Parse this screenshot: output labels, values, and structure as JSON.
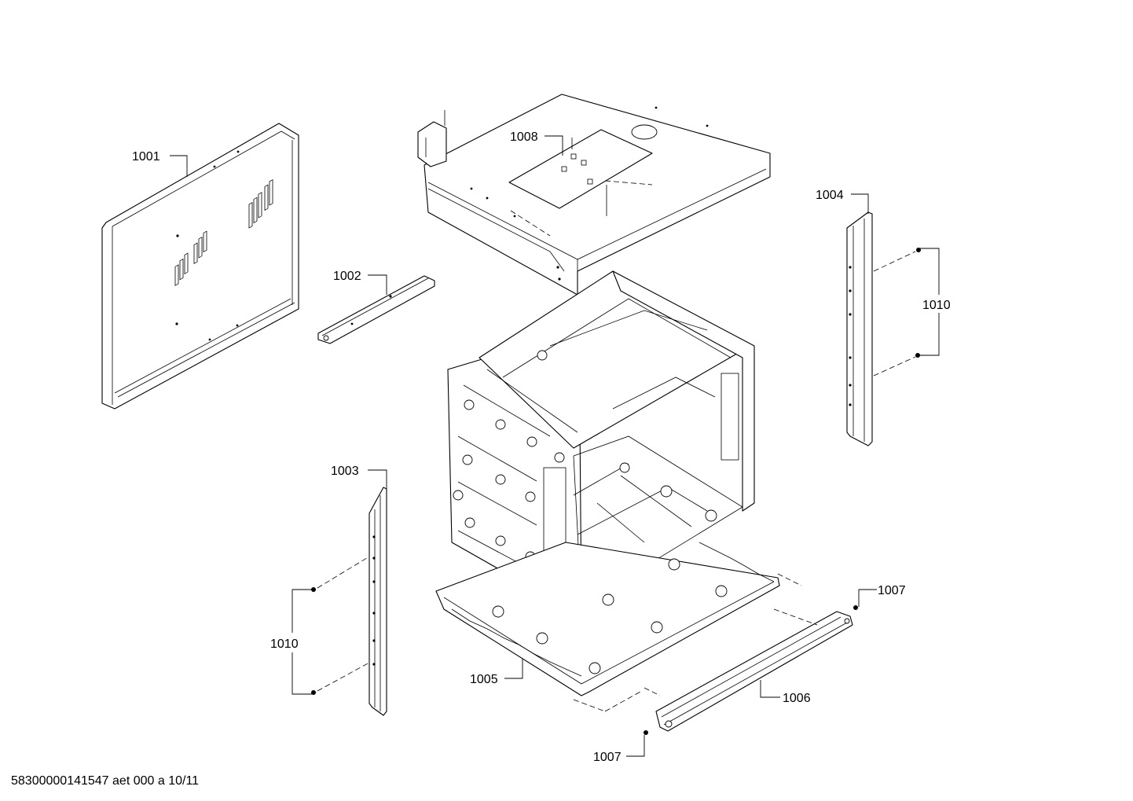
{
  "labels": {
    "l1001": "1001",
    "l1002": "1002",
    "l1003": "1003",
    "l1004": "1004",
    "l1005": "1005",
    "l1006": "1006",
    "l1007a": "1007",
    "l1007b": "1007",
    "l1008": "1008",
    "l1010a": "1010",
    "l1010b": "1010"
  },
  "footer": "58300000141547 aet 000 a 10/11"
}
